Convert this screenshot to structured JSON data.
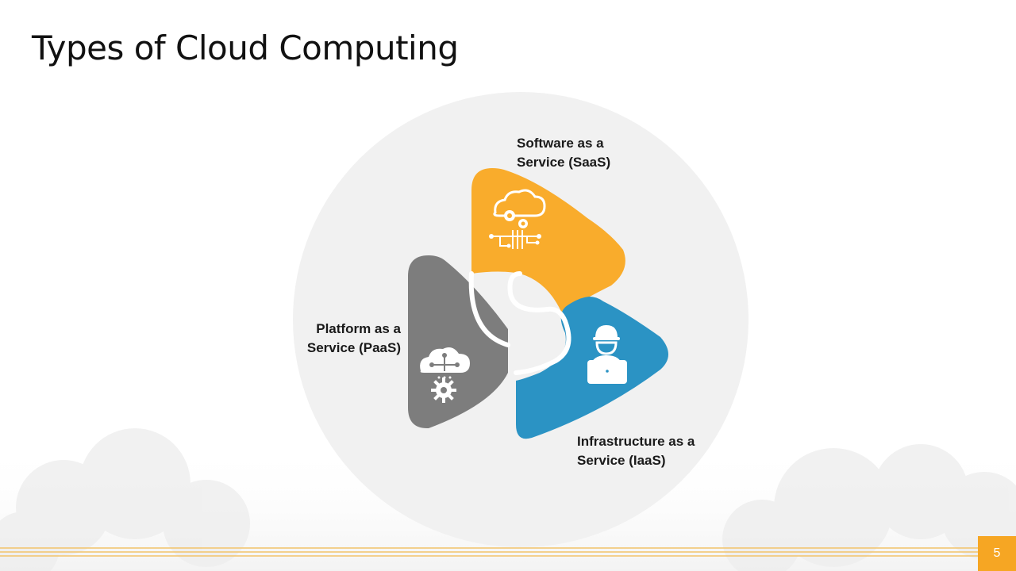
{
  "slide": {
    "title": "Types of Cloud Computing",
    "page_number": "5"
  },
  "diagram": {
    "segments": [
      {
        "id": "saas",
        "line1": "Software as a",
        "line2": "Service (SaaS)",
        "color": "#f9ac2c",
        "icon": "cloud-gears-circuit-icon"
      },
      {
        "id": "paas",
        "line1": "Platform as a",
        "line2": "Service (PaaS)",
        "color": "#7d7d7d",
        "icon": "cloud-network-gear-icon"
      },
      {
        "id": "iaas",
        "line1": "Infrastructure as a",
        "line2": "Service (IaaS)",
        "color": "#2b93c4",
        "icon": "engineer-laptop-icon"
      }
    ],
    "circle_color": "#f1f1f1"
  },
  "colors": {
    "accent": "#f6a623",
    "footer_line": "#f2c46a"
  }
}
